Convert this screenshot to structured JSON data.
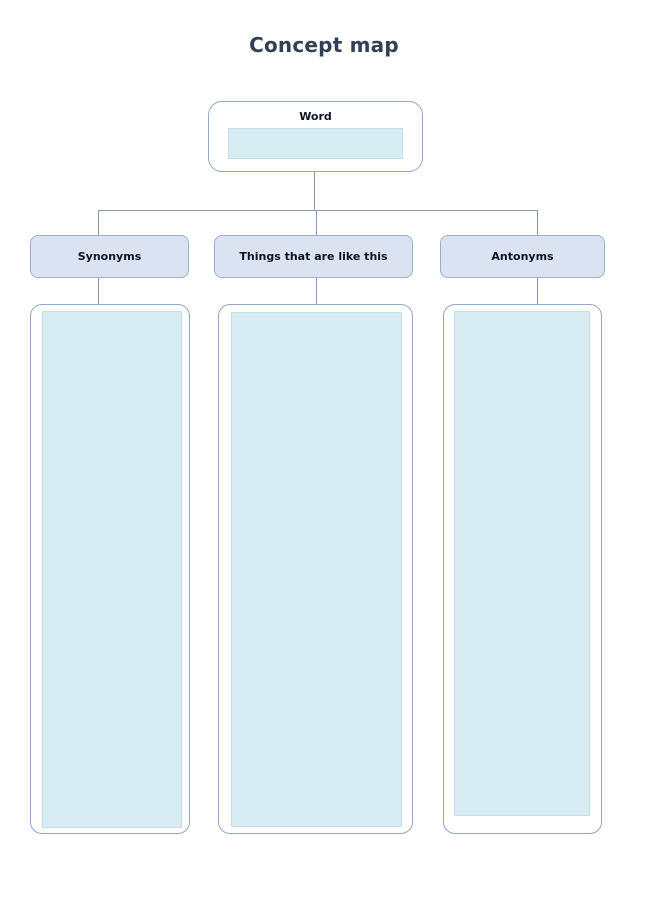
{
  "title": "Concept map",
  "word_node": {
    "label": "Word",
    "value": ""
  },
  "branches": [
    {
      "id": "synonyms",
      "label": "Synonyms",
      "value": ""
    },
    {
      "id": "like-this",
      "label": "Things that are like this",
      "value": ""
    },
    {
      "id": "antonyms",
      "label": "Antonyms",
      "value": ""
    }
  ],
  "colors": {
    "background": "#ffffff",
    "title_text": "#333f54",
    "node_border": "#93a7c4",
    "connector": "#8699b3",
    "label_fill": "#dbe2f2",
    "label_border": "#9db0ca",
    "field_fill": "#d8ecf4",
    "field_border": "#c5dde6",
    "text": "#0d1524"
  }
}
